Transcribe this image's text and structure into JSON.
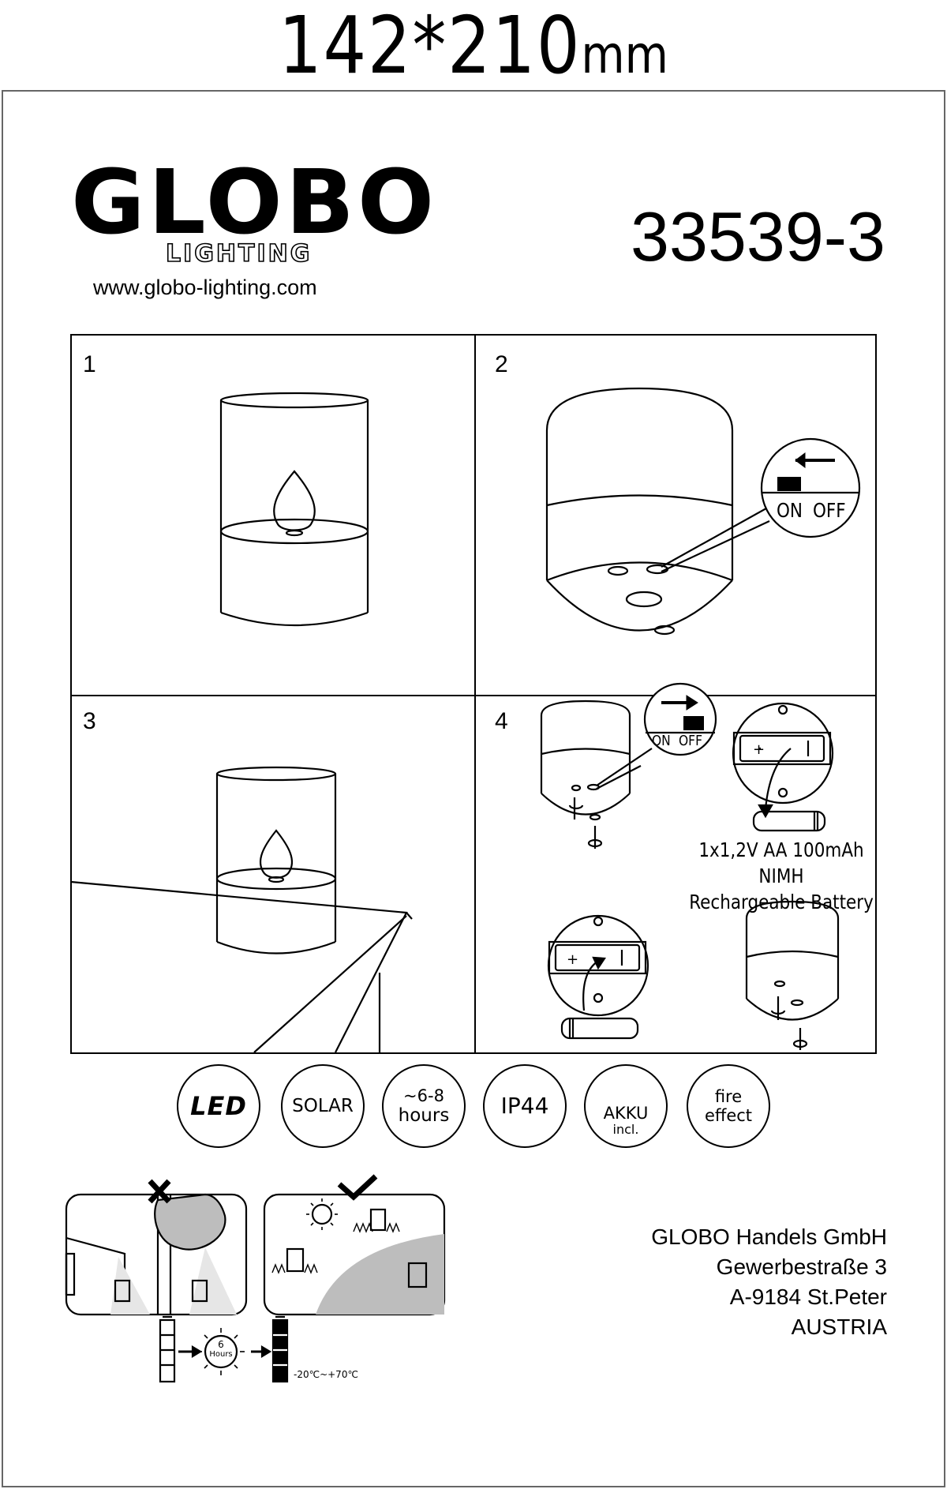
{
  "header": {
    "dimension_value": "142*210",
    "dimension_unit": "mm"
  },
  "brand": {
    "logo_word": "GLOBO",
    "logo_sub": "LIGHTING",
    "website": "www.globo-lighting.com"
  },
  "model_number": "33539-3",
  "steps": [
    {
      "number": "1"
    },
    {
      "number": "2",
      "switch_on": "ON",
      "switch_off": "OFF"
    },
    {
      "number": "3"
    },
    {
      "number": "4",
      "switch_on": "ON",
      "switch_off": "OFF",
      "battery_line1": "1x1,2V AA 100mAh NIMH",
      "battery_line2": "Rechargeable Battery"
    }
  ],
  "feature_badges": [
    {
      "line1": "LED",
      "line2": ""
    },
    {
      "line1": "SOLAR",
      "line2": ""
    },
    {
      "line1": "~6-8",
      "line2": "hours"
    },
    {
      "line1": "IP44",
      "line2": ""
    },
    {
      "line1": "AKKU",
      "line2": "incl.",
      "icon": "battery-icon"
    },
    {
      "line1": "fire",
      "line2": "effect"
    }
  ],
  "charging": {
    "hours_number": "6",
    "hours_word": "Hours",
    "temperature_range": "-20℃~+70℃"
  },
  "address": {
    "company": "GLOBO Handels GmbH",
    "street": "Gewerbestraße 3",
    "city": "A-9184 St.Peter",
    "country": "AUSTRIA"
  }
}
